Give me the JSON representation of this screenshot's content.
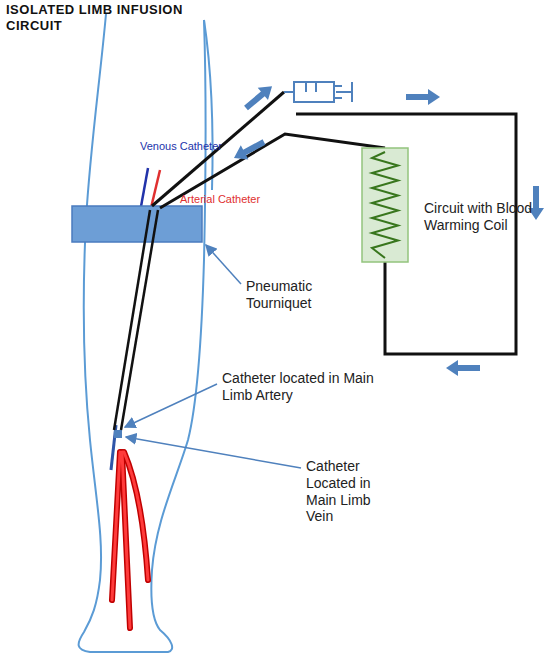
{
  "diagram": {
    "title": "ISOLATED LIMB INFUSION CIRCUIT",
    "labels": [
      "Venous Catheter",
      "Arterial Catheter",
      "Circuit with Blood Warming Coil",
      "Pneumatic Tourniquet",
      "Catheter located in Main Limb Artery",
      "Catheter Located in Main Limb Vein"
    ]
  }
}
